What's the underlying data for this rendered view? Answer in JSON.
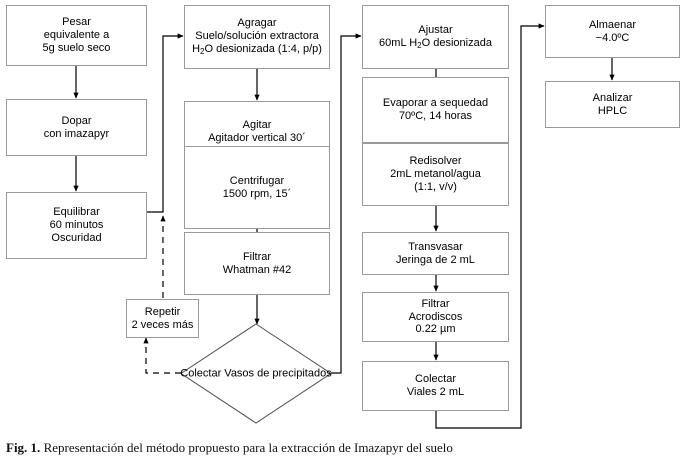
{
  "figure": {
    "caption_label": "Fig. 1.",
    "caption_text": "Representación del método propuesto para la extracción de Imazapyr del suelo"
  },
  "colors": {
    "box_border": "#9a9a9a",
    "connector": "#000000",
    "background": "#ffffff",
    "text": "#000000"
  },
  "flow": {
    "columns": [
      {
        "name": "preparacion-suelo",
        "nodes": [
          {
            "id": "pesar",
            "lines": [
              "Pesar",
              "equivalente a",
              "5g suelo seco"
            ]
          },
          {
            "id": "dopar",
            "lines": [
              "Dopar",
              "con imazapyr"
            ]
          },
          {
            "id": "equilibrar",
            "lines": [
              "Equilibrar",
              "60 minutos",
              "Oscuridad"
            ]
          }
        ]
      },
      {
        "name": "extraccion",
        "nodes": [
          {
            "id": "agragar",
            "lines": [
              "Agragar",
              "Suelo/solución extractora",
              "H<sub>2</sub>O desionizada (1:4, p/p)"
            ]
          },
          {
            "id": "agitar",
            "lines": [
              "Agitar",
              "Agitador vertical 30´"
            ]
          },
          {
            "id": "centrifugar",
            "lines": [
              "Centrifugar",
              "1500 rpm, 15´"
            ]
          },
          {
            "id": "filtrar-whatman",
            "lines": [
              "Filtrar",
              "Whatman #42"
            ]
          },
          {
            "id": "repetir",
            "lines": [
              "Repetir",
              "2 veces más"
            ]
          },
          {
            "id": "colectar-vasos",
            "shape": "diamond",
            "lines": [
              "Colectar",
              "Vasos de precipitados"
            ]
          }
        ]
      },
      {
        "name": "concentracion",
        "nodes": [
          {
            "id": "ajustar",
            "lines": [
              "Ajustar",
              "60mL H<sub>2</sub>O desionizada"
            ]
          },
          {
            "id": "evaporar",
            "lines": [
              "Evaporar a sequedad",
              "70ºC, 14 horas"
            ]
          },
          {
            "id": "redisolver",
            "lines": [
              "Redisolver",
              "2mL metanol/agua",
              "(1:1, v/v)"
            ]
          },
          {
            "id": "transvasar",
            "lines": [
              "Transvasar",
              "Jeringa de  2 mL"
            ]
          },
          {
            "id": "filtrar-acrodiscos",
            "lines": [
              "Filtrar",
              "Acrodiscos",
              "0.22 µm"
            ]
          },
          {
            "id": "colectar-viales",
            "lines": [
              "Colectar",
              "Viales 2 mL"
            ]
          }
        ]
      },
      {
        "name": "almacenamiento-analisis",
        "nodes": [
          {
            "id": "almaenar",
            "lines": [
              "Almaenar",
              "−4.0ºC"
            ]
          },
          {
            "id": "analizar",
            "lines": [
              "Analizar",
              "HPLC"
            ]
          }
        ]
      }
    ],
    "connectors": [
      {
        "from": "pesar",
        "to": "dopar",
        "style": "solid",
        "arrow": true
      },
      {
        "from": "dopar",
        "to": "equilibrar",
        "style": "solid",
        "arrow": true
      },
      {
        "from": "equilibrar",
        "to": "agragar",
        "style": "solid",
        "arrow": true
      },
      {
        "from": "agragar",
        "to": "agitar",
        "style": "solid",
        "arrow": true
      },
      {
        "from": "agitar",
        "to": "centrifugar",
        "style": "solid",
        "arrow": true
      },
      {
        "from": "centrifugar",
        "to": "filtrar-whatman",
        "style": "solid",
        "arrow": true
      },
      {
        "from": "filtrar-whatman",
        "to": "colectar-vasos",
        "style": "solid",
        "arrow": true
      },
      {
        "from": "colectar-vasos",
        "to": "repetir",
        "style": "dashed",
        "arrow": true
      },
      {
        "from": "repetir",
        "to": "agragar",
        "style": "dashed",
        "arrow": true
      },
      {
        "from": "colectar-vasos",
        "to": "ajustar",
        "style": "solid",
        "arrow": true
      },
      {
        "from": "ajustar",
        "to": "evaporar",
        "style": "solid",
        "arrow": true
      },
      {
        "from": "evaporar",
        "to": "redisolver",
        "style": "solid",
        "arrow": true
      },
      {
        "from": "redisolver",
        "to": "transvasar",
        "style": "solid",
        "arrow": true
      },
      {
        "from": "transvasar",
        "to": "filtrar-acrodiscos",
        "style": "solid",
        "arrow": true
      },
      {
        "from": "filtrar-acrodiscos",
        "to": "colectar-viales",
        "style": "solid",
        "arrow": true
      },
      {
        "from": "colectar-viales",
        "to": "almaenar",
        "style": "solid",
        "arrow": true
      },
      {
        "from": "almaenar",
        "to": "analizar",
        "style": "solid",
        "arrow": true
      }
    ]
  }
}
